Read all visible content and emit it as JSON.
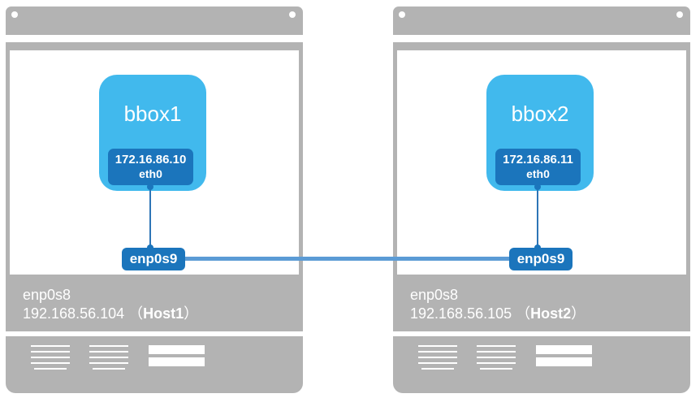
{
  "colors": {
    "chassis_gray": "#b3b3b3",
    "container_blue": "#41b9ed",
    "port_blue": "#1b75bc",
    "link_blue": "#5b9bd5",
    "wire_blue": "#2e75b6",
    "text_white": "#ffffff"
  },
  "hosts": [
    {
      "container_name": "bbox1",
      "container_ip": "172.16.86.10",
      "container_interface": "eth0",
      "bridge_port": "enp0s9",
      "mgmt_interface": "enp0s8",
      "mgmt_ip_prefix": "192.168.56.104 （",
      "host_name": "Host1",
      "mgmt_ip_suffix": "）"
    },
    {
      "container_name": "bbox2",
      "container_ip": "172.16.86.11",
      "container_interface": "eth0",
      "bridge_port": "enp0s9",
      "mgmt_interface": "enp0s8",
      "mgmt_ip_prefix": "192.168.56.105 （",
      "host_name": "Host2",
      "mgmt_ip_suffix": "）"
    }
  ]
}
